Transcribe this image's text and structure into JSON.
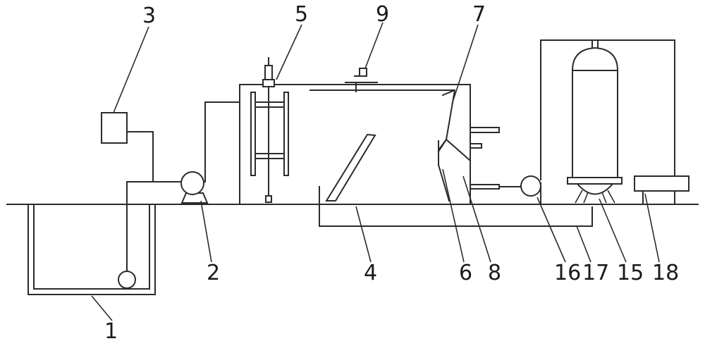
{
  "labels": {
    "l1": "1",
    "l2": "2",
    "l3": "3",
    "l4": "4",
    "l5": "5",
    "l6": "6",
    "l7": "7",
    "l8": "8",
    "l9": "9",
    "l15": "15",
    "l16": "16",
    "l17": "17",
    "l18": "18"
  },
  "colors": {
    "line": "#2b2b2b",
    "background": "#ffffff"
  }
}
